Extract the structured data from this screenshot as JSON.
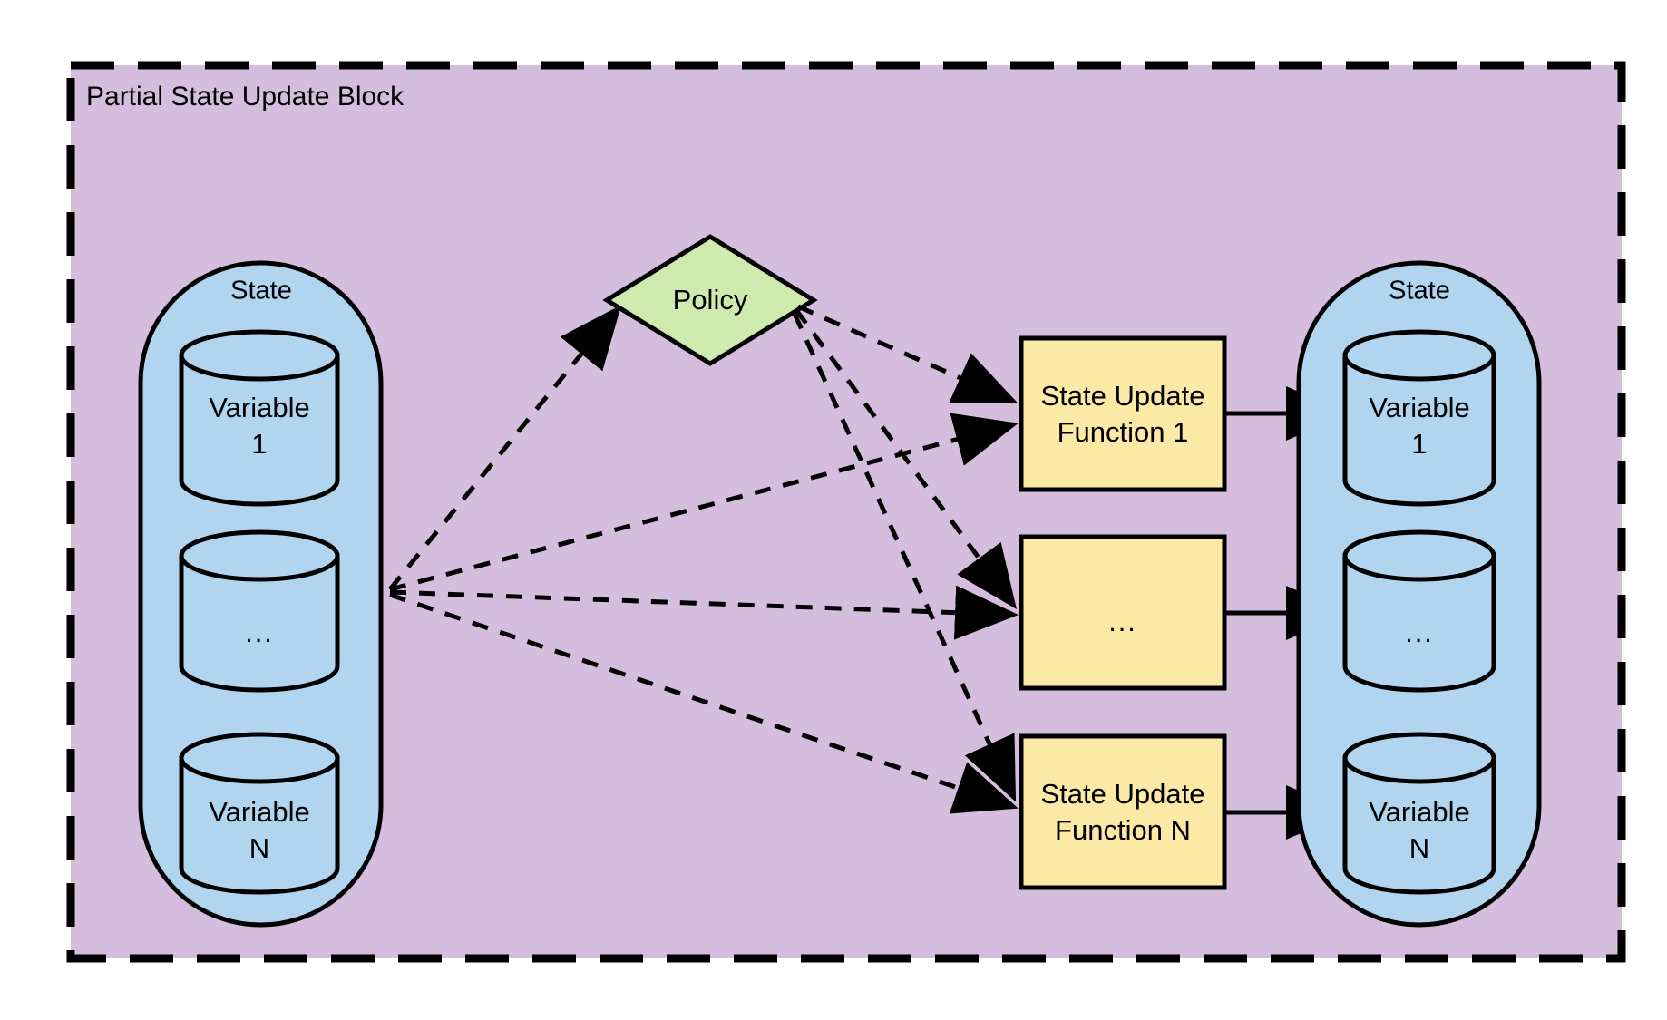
{
  "diagram": {
    "title": "Partial State Update Block",
    "colors": {
      "block_fill": "#d5bedd",
      "block_border": "#000000",
      "state_fill": "#b1d5ef",
      "policy_fill": "#cfeaaf",
      "function_fill": "#fce9a6",
      "stroke": "#000000",
      "page_background": "#ffffff"
    },
    "input_state": {
      "label": "State",
      "variables": [
        {
          "name": "variable-1",
          "line1": "Variable",
          "line2": "1"
        },
        {
          "name": "variable-ellipsis",
          "line1": "...",
          "line2": ""
        },
        {
          "name": "variable-n",
          "line1": "Variable",
          "line2": "N"
        }
      ]
    },
    "policy": {
      "label": "Policy"
    },
    "state_update_functions": [
      {
        "name": "state-update-function-1",
        "line1": "State Update",
        "line2": "Function 1"
      },
      {
        "name": "state-update-function-ellipsis",
        "line1": "...",
        "line2": ""
      },
      {
        "name": "state-update-function-n",
        "line1": "State Update",
        "line2": "Function N"
      }
    ],
    "output_state": {
      "label": "State",
      "variables": [
        {
          "name": "variable-1",
          "line1": "Variable",
          "line2": "1"
        },
        {
          "name": "variable-ellipsis",
          "line1": "...",
          "line2": ""
        },
        {
          "name": "variable-n",
          "line1": "Variable",
          "line2": "N"
        }
      ]
    },
    "edges": [
      {
        "name": "edge-state-to-policy",
        "from": "input-state",
        "to": "policy",
        "style": "dashed"
      },
      {
        "name": "edge-state-to-suf-1",
        "from": "input-state",
        "to": "state-update-function-1",
        "style": "dashed"
      },
      {
        "name": "edge-state-to-suf-ellipsis",
        "from": "input-state",
        "to": "state-update-function-ellipsis",
        "style": "dashed"
      },
      {
        "name": "edge-state-to-suf-n",
        "from": "input-state",
        "to": "state-update-function-n",
        "style": "dashed"
      },
      {
        "name": "edge-policy-to-suf-1",
        "from": "policy",
        "to": "state-update-function-1",
        "style": "dashed"
      },
      {
        "name": "edge-policy-to-suf-ellipsis",
        "from": "policy",
        "to": "state-update-function-ellipsis",
        "style": "dashed"
      },
      {
        "name": "edge-policy-to-suf-n",
        "from": "policy",
        "to": "state-update-function-n",
        "style": "dashed"
      },
      {
        "name": "edge-suf-1-to-variable-1",
        "from": "state-update-function-1",
        "to": "output-variable-1",
        "style": "solid"
      },
      {
        "name": "edge-suf-ellipsis-to-variable-ellipsis",
        "from": "state-update-function-ellipsis",
        "to": "output-variable-ellipsis",
        "style": "solid"
      },
      {
        "name": "edge-suf-n-to-variable-n",
        "from": "state-update-function-n",
        "to": "output-variable-n",
        "style": "solid"
      }
    ]
  }
}
